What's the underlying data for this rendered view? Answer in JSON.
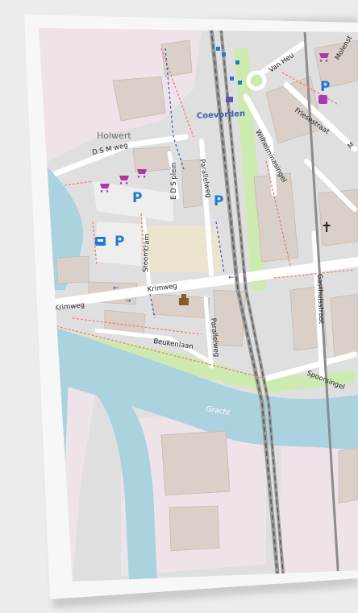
{
  "labels": {
    "holwert": "Holwert",
    "dsm_weg": "D S M weg",
    "eds_plein": "E D S plein",
    "parallelweg_north": "Parallelweg",
    "coevorden": "Coevorden",
    "van_heu": "Van Heu",
    "molen": "Molenst",
    "friesestraat": "Friesestraat",
    "wilhelminasingel": "Wilhelminasingel",
    "stoomtram": "Stoomtram",
    "krimweg_center": "Krimweg",
    "krimweg_west": "Krimweg",
    "beukenlaan": "Beukenlaan",
    "parallelweg_south": "Parallelweg",
    "gasthuisstraat": "Gasthuisstraat",
    "spoorsingel": "Spoorsingel",
    "gracht": "Gracht",
    "partial_m": "M"
  },
  "symbols": {
    "parking": "P"
  },
  "icons": [
    "shopping-cart-icon",
    "parking-icon",
    "bus-stop-icon",
    "church-cross-icon",
    "school-icon",
    "roundabout-icon"
  ],
  "colors": {
    "water": "#aad3df",
    "residential": "#e0dfdf",
    "building": "#d9d0c9",
    "school": "#f0e0e8",
    "grass": "#cdebb0",
    "road": "#ffffff",
    "rail": "#777777",
    "parking_blue": "#1f7bd1",
    "shop_purple": "#ac39ac"
  }
}
